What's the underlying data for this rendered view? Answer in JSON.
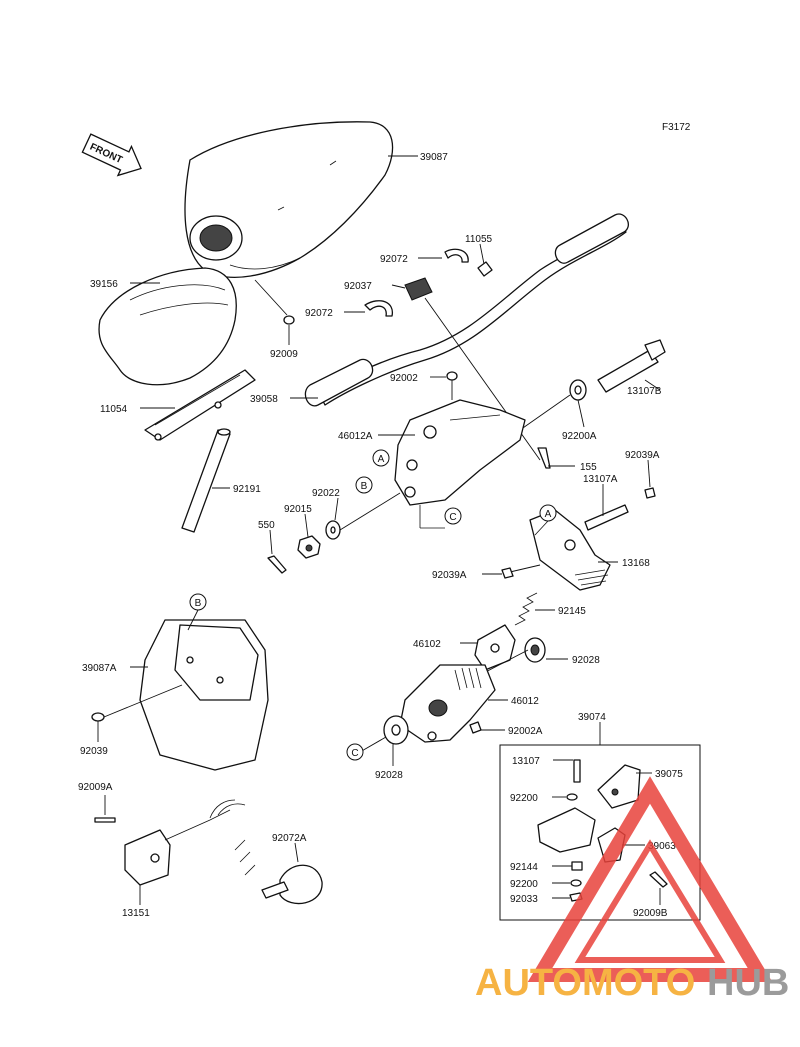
{
  "figure_code": "F3172",
  "front_arrow_label": "FRONT",
  "part_labels": {
    "p39087": "39087",
    "p39156": "39156",
    "p92009": "92009",
    "p11054": "11054",
    "p92072_top": "92072",
    "p11055": "11055",
    "p92037": "92037",
    "p92072_mid": "92072",
    "p92002": "92002",
    "p39058": "39058",
    "p13107B": "13107B",
    "p92200A": "92200A",
    "p46012A": "46012A",
    "p155": "155",
    "p92039A_right": "92039A",
    "p13107A": "13107A",
    "p92191": "92191",
    "p92022": "92022",
    "p92015": "92015",
    "p550": "550",
    "p13168": "13168",
    "p92039A_left": "92039A",
    "p92145": "92145",
    "p46102": "46102",
    "p92028_right": "92028",
    "p39087A": "39087A",
    "p46012": "46012",
    "p92002A": "92002A",
    "p39074": "39074",
    "p92039": "92039",
    "p92028_left": "92028",
    "p13107": "13107",
    "p39075": "39075",
    "p92009A": "92009A",
    "p92200_top": "92200",
    "p39063": "39063",
    "p92072A": "92072A",
    "p92144": "92144",
    "p92200_bot": "92200",
    "p92033": "92033",
    "p92009B": "92009B",
    "p13151": "13151"
  },
  "reference_marks": {
    "a1": "A",
    "b1": "B",
    "c1": "C",
    "a2": "A",
    "b2": "B",
    "c2": "C"
  },
  "watermark": {
    "text_part1": "AUTOMOTO",
    "text_part2": "HUB",
    "color_part1": "#F5A623",
    "color_part2": "#8A8A8A",
    "triangle_color": "#E8423B"
  }
}
